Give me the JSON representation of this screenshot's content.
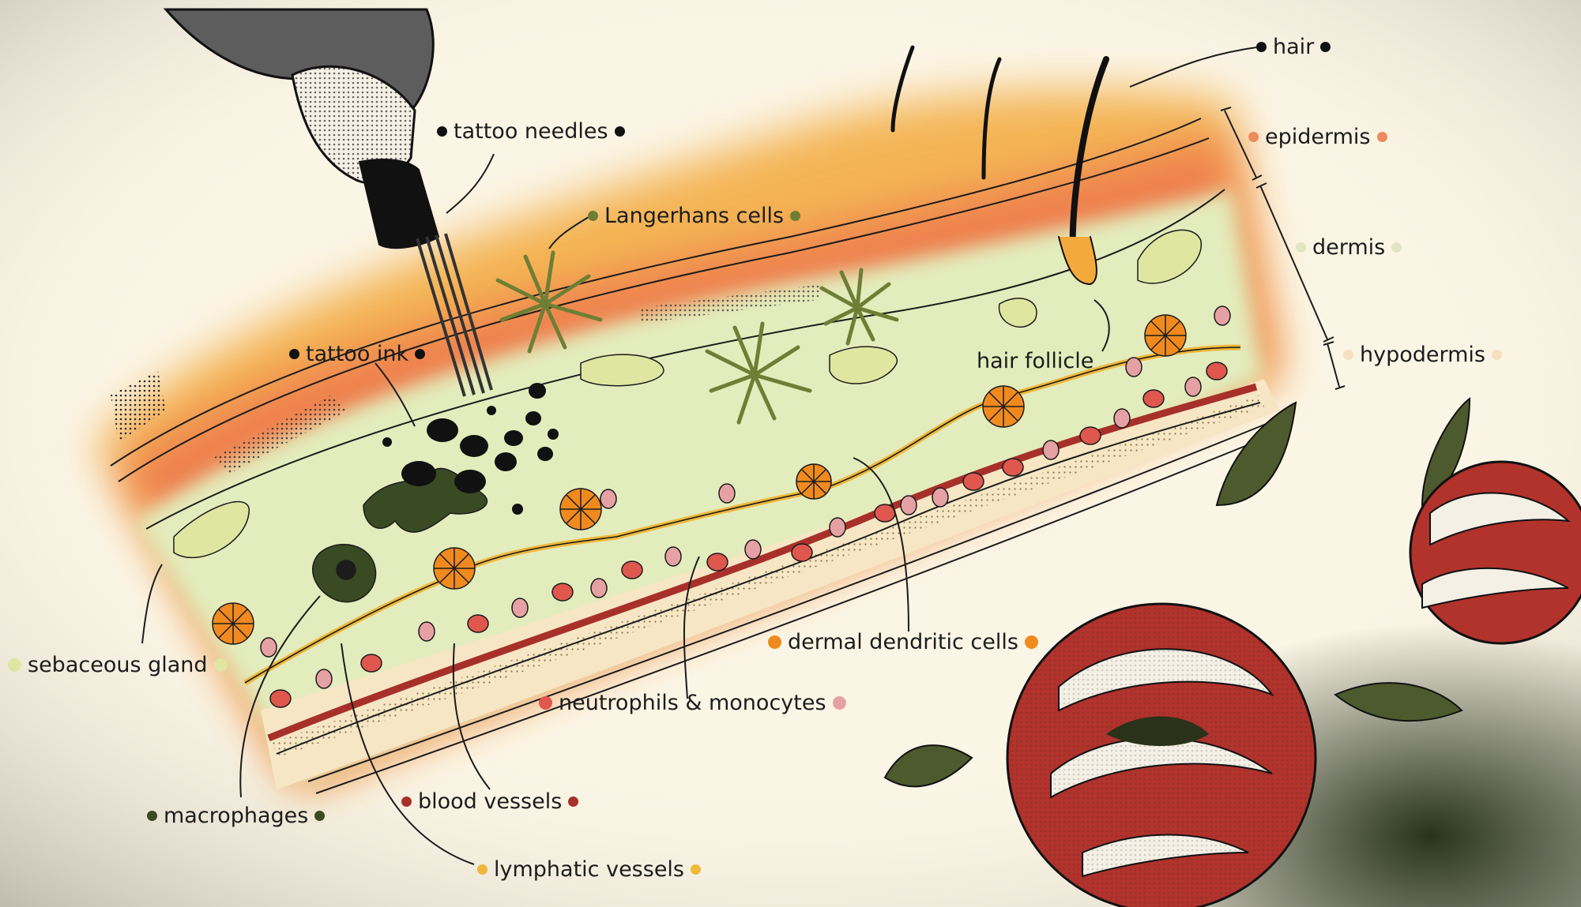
{
  "labels": {
    "hair": "hair",
    "epidermis": "epidermis",
    "dermis": "dermis",
    "hypodermis": "hypodermis",
    "tattoo_needles": "tattoo needles",
    "langerhans_cells": "Langerhans cells",
    "tattoo_ink": "tattoo ink",
    "hair_follicle": "hair follicle",
    "sebaceous_gland": "sebaceous gland",
    "dermal_dendritic_cells": "dermal dendritic cells",
    "neutrophils_monocytes": "neutrophils & monocytes",
    "macrophages": "macrophages",
    "blood_vessels": "blood vessels",
    "lymphatic_vessels": "lymphatic vessels"
  },
  "colors": {
    "background": "#fbf5e6",
    "epidermis": "#ee8a5c",
    "epidermis_top": "#f3a93b",
    "dermis": "#e3ecbc",
    "hypodermis": "#f6e6c4",
    "langerhans": "#6e7f35",
    "macrophage": "#3a4a22",
    "dendritic": "#f08a1e",
    "lymph": "#f0b83a",
    "blood": "#a8302a",
    "neutrophil": "#e0574e",
    "monocyte": "#e6a1a4",
    "rose_red": "#b2322c",
    "leaf_green": "#4d5a2d",
    "ink": "#111111"
  },
  "icons": [
    "tattoo-machine-icon",
    "rose-icon",
    "leaf-icon"
  ]
}
